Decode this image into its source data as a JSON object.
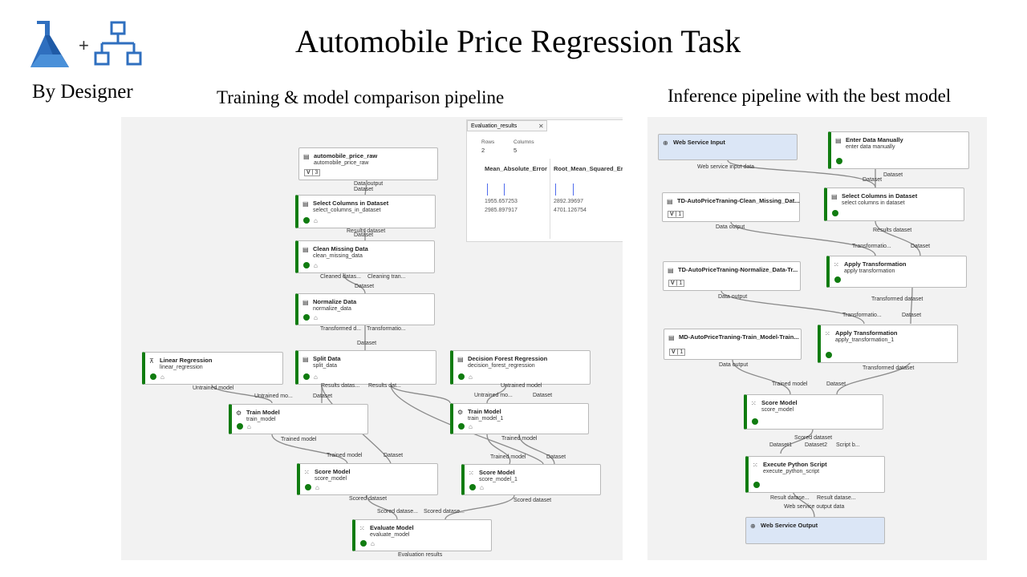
{
  "slide": {
    "title": "Automobile Price Regression Task",
    "by_designer": "By Designer",
    "left_title": "Training & model comparison pipeline",
    "right_title": "Inference pipeline with the best model"
  },
  "left": {
    "dataset": {
      "title": "automobile_price_raw",
      "name": "automobile_price_raw",
      "version": "V",
      "version_num": "3"
    },
    "select_columns": {
      "title": "Select Columns in Dataset",
      "name": "select_columns_in_dataset"
    },
    "clean_missing": {
      "title": "Clean Missing Data",
      "name": "clean_missing_data"
    },
    "normalize": {
      "title": "Normalize Data",
      "name": "normalize_data"
    },
    "linear_regression": {
      "title": "Linear Regression",
      "name": "linear_regression"
    },
    "split": {
      "title": "Split Data",
      "name": "split_data"
    },
    "decision_forest": {
      "title": "Decision Forest Regression",
      "name": "decision_forest_regression"
    },
    "train1": {
      "title": "Train Model",
      "name": "train_model"
    },
    "train2": {
      "title": "Train Model",
      "name": "train_model_1"
    },
    "score1": {
      "title": "Score Model",
      "name": "score_model"
    },
    "score2": {
      "title": "Score Model",
      "name": "score_model_1"
    },
    "evaluate": {
      "title": "Evaluate Model",
      "name": "evaluate_model"
    },
    "ports": {
      "data_output": "Data output",
      "dataset": "Dataset",
      "results_dataset": "Results dataset",
      "cleaned_dataset": "Cleaned datas...",
      "cleaning_tran": "Cleaning tran...",
      "transformed_d": "Transformed d...",
      "transformation": "Transformatio...",
      "untrained_model": "Untrained model",
      "untrained_mo": "Untrained mo...",
      "results_datas": "Results datas...",
      "results_dat": "Results dat...",
      "trained_model": "Trained model",
      "scored_dataset": "Scored dataset",
      "scored_datase": "Scored datase...",
      "evaluation_results": "Evaluation results"
    },
    "evaluation": {
      "tab": "Evaluation_results",
      "close": "✕",
      "rows_label": "Rows",
      "rows": "2",
      "columns_label": "Columns",
      "columns": "5",
      "col1": "Mean_Absolute_Error",
      "col2": "Root_Mean_Squared_Er",
      "col1_vals": [
        "1955.657253",
        "2985.897917"
      ],
      "col2_vals": [
        "2892.39697",
        "4701.126754"
      ]
    }
  },
  "right": {
    "ws_input": {
      "title": "Web Service Input"
    },
    "enter_data": {
      "title": "Enter Data Manually",
      "name": "enter data manually"
    },
    "clean_ds": {
      "title": "TD-AutoPriceTraning-Clean_Missing_Dat...",
      "version": "V",
      "version_num": "1"
    },
    "select_columns": {
      "title": "Select Columns in Dataset",
      "name": "select columns in dataset"
    },
    "normalize_ds": {
      "title": "TD-AutoPriceTraning-Normalize_Data-Tr...",
      "version": "V",
      "version_num": "1"
    },
    "apply1": {
      "title": "Apply Transformation",
      "name": "apply transformation"
    },
    "model_ds": {
      "title": "MD-AutoPriceTraning-Train_Model-Train...",
      "version": "V",
      "version_num": "1"
    },
    "apply2": {
      "title": "Apply Transformation",
      "name": "apply_transformation_1"
    },
    "score": {
      "title": "Score Model",
      "name": "score_model"
    },
    "python": {
      "title": "Execute Python Script",
      "name": "execute_python_script"
    },
    "ws_output": {
      "title": "Web Service Output"
    },
    "ports": {
      "web_service_input_data": "Web service input data",
      "dataset": "Dataset",
      "data_output": "Data output",
      "results_dataset": "Results dataset",
      "transformation": "Transformatio...",
      "transformed_dataset": "Transformed dataset",
      "trained_model": "Trained model",
      "scored_dataset": "Scored dataset",
      "dataset1": "Dataset1",
      "dataset2": "Dataset2",
      "script_b": "Script b...",
      "result_datase": "Result datase...",
      "web_service_output_data": "Web service output data"
    }
  },
  "colors": {
    "status_green": "#107c10",
    "io_node": "#dbe6f6",
    "canvas": "#f2f2f2",
    "edge": "#8a8a8a"
  }
}
